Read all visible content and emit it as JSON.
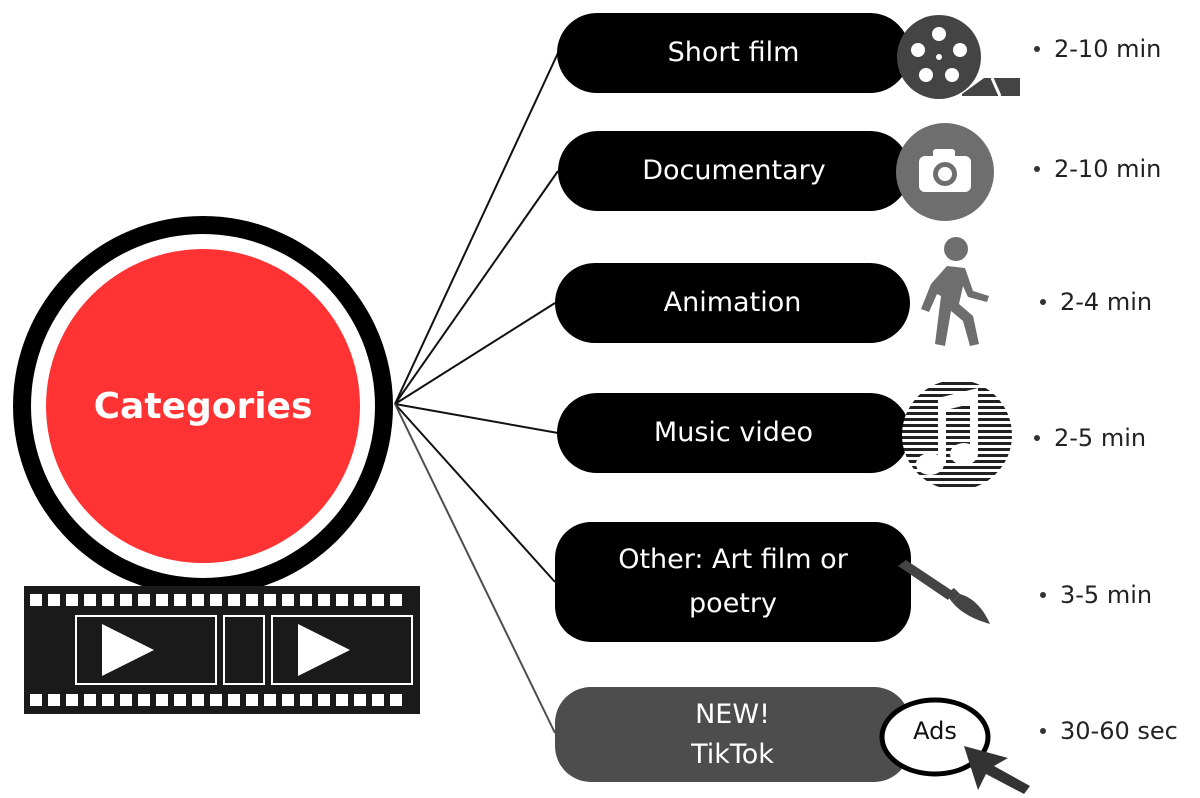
{
  "hub": {
    "label": "Categories",
    "color": "#ff3333"
  },
  "categories": [
    {
      "label_lines": [
        "Short film"
      ],
      "duration": "2-10 min",
      "icon": "film-reel-icon",
      "fill": "#000000"
    },
    {
      "label_lines": [
        "Documentary"
      ],
      "duration": "2-10 min",
      "icon": "camera-icon",
      "fill": "#000000"
    },
    {
      "label_lines": [
        "Animation"
      ],
      "duration": "2-4 min",
      "icon": "walking-person-icon",
      "fill": "#000000"
    },
    {
      "label_lines": [
        "Music video"
      ],
      "duration": "2-5 min",
      "icon": "music-note-icon",
      "fill": "#000000"
    },
    {
      "label_lines": [
        "Other: Art film or",
        "poetry"
      ],
      "duration": "3-5 min",
      "icon": "paintbrush-icon",
      "fill": "#000000"
    },
    {
      "label_lines": [
        "NEW!",
        "TikTok"
      ],
      "duration": "30-60 sec",
      "icon": "ads-cursor-icon",
      "fill": "#4d4d4d"
    }
  ],
  "ads_badge": {
    "label": "Ads"
  },
  "colors": {
    "icon_gray": "#6e6e6e",
    "connector": "#000000"
  }
}
